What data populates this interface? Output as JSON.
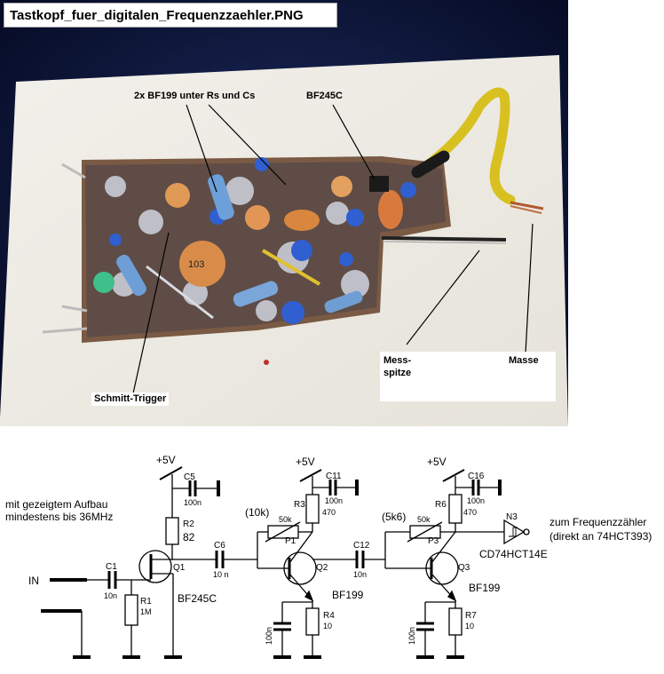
{
  "title": "Tastkopf_fuer_digitalen_Frequenzzaehler.PNG",
  "photo_labels": {
    "bf199": "2x BF199 unter Rs und Cs",
    "bf245c": "BF245C",
    "schmitt": "Schmitt-Trigger",
    "mess": "Mess-",
    "spitze": "spitze",
    "masse": "Masse",
    "cap_marking": "103"
  },
  "schematic": {
    "note_line1": "mit gezeigtem Aufbau",
    "note_line2": "mindestens bis 36MHz",
    "in_label": "IN",
    "supply_1": "+5V",
    "supply_2": "+5V",
    "supply_3": "+5V",
    "c1": "C1",
    "c1_val": "10n",
    "r1": "R1",
    "r1_val": "1M",
    "r2": "R2",
    "r2_val": "82",
    "c5": "C5",
    "c5_val": "100n",
    "q1": "Q1",
    "q1_type": "BF245C",
    "c6": "C6",
    "c6_val": "10 n",
    "p1": "P1",
    "p1_val": "50k",
    "p1_set": "(10k)",
    "r3": "R3",
    "r3_val": "470",
    "c11": "C11",
    "c11_val": "100n",
    "q2": "Q2",
    "q2_type": "BF199",
    "r4": "R4",
    "r4_val": "10",
    "c_e1_val": "100n",
    "c12": "C12",
    "c12_val": "10n",
    "p3": "P3",
    "p3_val": "50k",
    "p3_set": "(5k6)",
    "r6": "R6",
    "r6_val": "470",
    "c16": "C16",
    "c16_val": "100n",
    "q3": "Q3",
    "q3_type": "BF199",
    "r7": "R7",
    "r7_val": "10",
    "c_e2_val": "100n",
    "n3": "N3",
    "n3_type": "CD74HCT14E",
    "out_line1": "zum Frequenzzähler",
    "out_line2": "(direkt an 74HCT393)"
  },
  "colors": {
    "photo_bg": "#0a1436",
    "card": "#f4f2ec",
    "wire": "#000000"
  }
}
